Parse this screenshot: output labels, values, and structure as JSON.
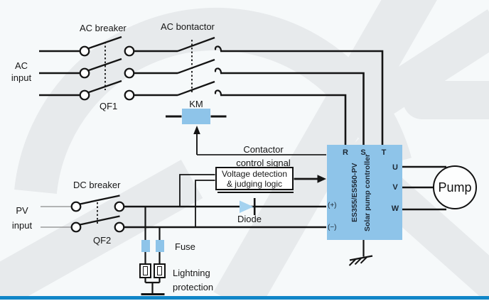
{
  "labels": {
    "ac_breaker": "AC breaker",
    "ac_contactor": "AC bontactor",
    "ac_input": "AC input",
    "qf1": "QF1",
    "km": "KM",
    "contactor_signal": "Contactor control signal",
    "voltage_box_line1": "Voltage detection",
    "voltage_box_line2": "& judging logic",
    "dc_breaker": "DC breaker",
    "pv_input": "PV input",
    "qf2": "QF2",
    "diode": "Diode",
    "fuse": "Fuse",
    "lightning_protection": "Lightning protection",
    "pump": "Pump"
  },
  "controller": {
    "model": "ES355/ES560-PV",
    "name": "Solar pump controller",
    "terminals_top": [
      "R",
      "S",
      "T"
    ],
    "terminals_right": [
      "U",
      "V",
      "W"
    ],
    "terminal_positive": "(+)",
    "terminal_negative": "(−)"
  },
  "colors": {
    "device_fill": "#8ec4e9",
    "diode_fill": "#a5d2ef",
    "wire": "#141414",
    "accent_bar": "#1186c8",
    "background": "#f6f9fa",
    "watermark": "#e7eaec"
  }
}
